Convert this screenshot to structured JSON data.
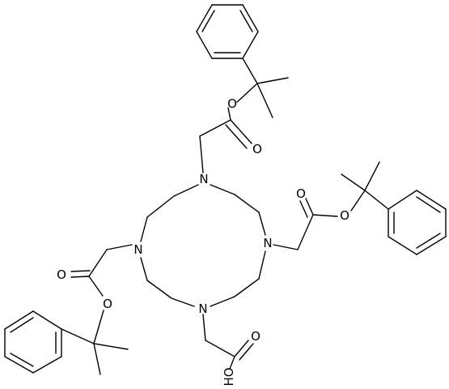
{
  "molecule": {
    "atoms": {
      "N_top": "N",
      "N_left": "N",
      "N_right": "N",
      "N_bottom": "N",
      "O_ester_top": "O",
      "O_carbonyl_top": "O",
      "O_carbonyl_right": "O",
      "O_ester_right": "O",
      "O_carbonyl_left": "O",
      "O_ester_left": "O",
      "O_acid_carbonyl": "O",
      "OH_acid": "HO"
    }
  }
}
